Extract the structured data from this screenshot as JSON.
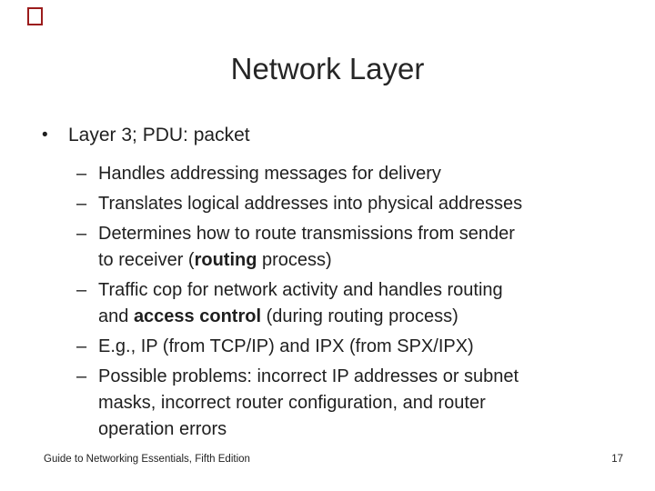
{
  "slide": {
    "title": "Network Layer",
    "accent_color": "#9b1c1c",
    "text_color": "#1f1f1f",
    "markers": {
      "level1": "•",
      "level2": "–"
    },
    "bullets": [
      {
        "level": 1,
        "runs": [
          {
            "text": "Layer 3; PDU: packet",
            "bold": false
          }
        ]
      },
      {
        "level": 2,
        "runs": [
          {
            "text": "Handles addressing messages for delivery",
            "bold": false
          }
        ]
      },
      {
        "level": 2,
        "runs": [
          {
            "text": "Translates logical addresses into physical addresses",
            "bold": false
          }
        ]
      },
      {
        "level": 2,
        "runs": [
          {
            "text": "Determines how to route transmissions from sender\nto receiver (",
            "bold": false
          },
          {
            "text": "routing",
            "bold": true
          },
          {
            "text": " process)",
            "bold": false
          }
        ]
      },
      {
        "level": 2,
        "runs": [
          {
            "text": "Traffic cop for network activity and handles routing\nand ",
            "bold": false
          },
          {
            "text": "access control",
            "bold": true
          },
          {
            "text": " (during routing process)",
            "bold": false
          }
        ]
      },
      {
        "level": 2,
        "runs": [
          {
            "text": "E.g., IP (from TCP/IP) and IPX (from SPX/IPX)",
            "bold": false
          }
        ]
      },
      {
        "level": 2,
        "runs": [
          {
            "text": "Possible problems: incorrect IP addresses or subnet\nmasks, incorrect router configuration, and router\noperation errors",
            "bold": false
          }
        ]
      }
    ],
    "footer": {
      "left": "Guide to Networking Essentials, Fifth Edition",
      "page_number": "17"
    }
  }
}
